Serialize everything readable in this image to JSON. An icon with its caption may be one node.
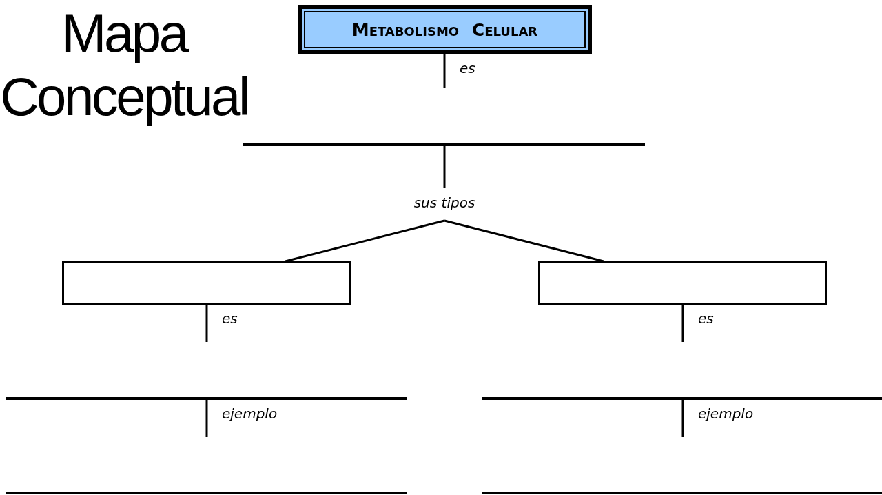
{
  "diagram": {
    "title": "Mapa Conceptual",
    "nodes": [
      {
        "text": [
          "Metabolismo Celular"
        ]
      },
      {
        "text": [],
        "shape": "bar"
      },
      {
        "text": [],
        "shape": "box"
      },
      {
        "text": [],
        "shape": "box"
      },
      {
        "text": [],
        "shape": "bar"
      },
      {
        "text": [],
        "shape": "bar"
      },
      {
        "text": [],
        "shape": "bar"
      },
      {
        "text": [],
        "shape": "bar"
      }
    ],
    "edges": [
      {
        "from": 0,
        "to": null,
        "arrow": "none",
        "label": "es"
      },
      {
        "from": 1,
        "to": null,
        "arrow": "none",
        "label": "sus tipos"
      },
      {
        "from": null,
        "to": 2,
        "arrow": "none"
      },
      {
        "from": null,
        "to": 3,
        "arrow": "none"
      },
      {
        "from": 2,
        "to": null,
        "arrow": "none",
        "label": "es"
      },
      {
        "from": 4,
        "to": null,
        "arrow": "none",
        "label": "ejemplo"
      },
      {
        "from": 3,
        "to": null,
        "arrow": "none",
        "label": "es"
      },
      {
        "from": 5,
        "to": null,
        "arrow": "none",
        "label": "ejemplo"
      }
    ]
  }
}
